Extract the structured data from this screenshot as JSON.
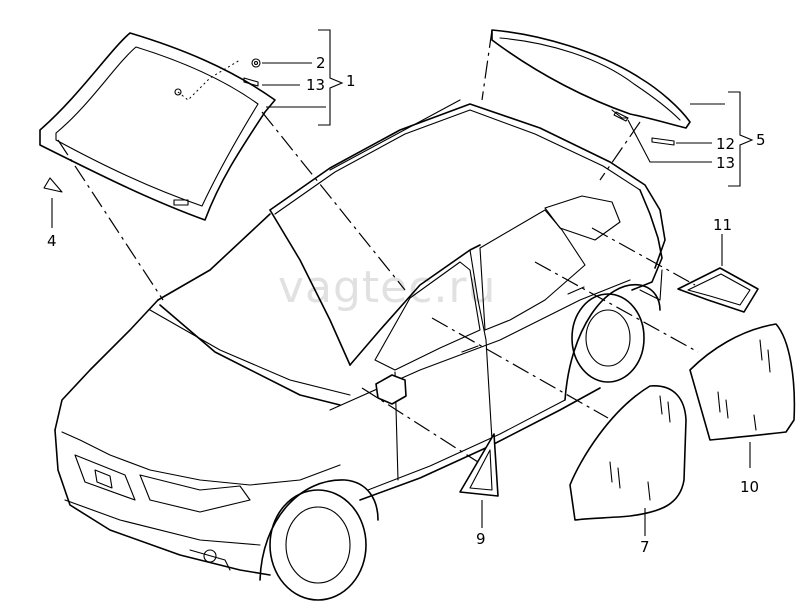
{
  "watermark": "vagtec.ru",
  "callouts": {
    "c1": "1",
    "c2": "2",
    "c13a": "13",
    "c4": "4",
    "c5": "5",
    "c12": "12",
    "c13b": "13",
    "c11": "11",
    "c10": "10",
    "c7": "7",
    "c9": "9"
  }
}
